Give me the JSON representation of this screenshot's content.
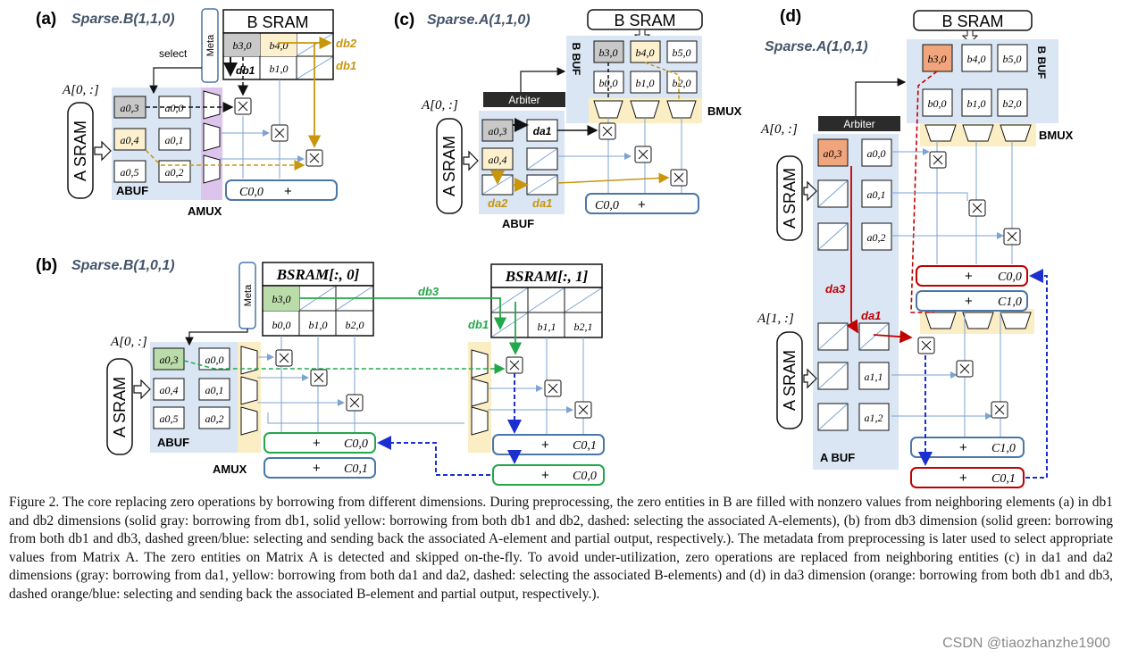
{
  "colors": {
    "buf_bg": "#dbe6f4",
    "amux_purple": "#dcc4ec",
    "mux_yellow": "#fbeec4",
    "gray_cell": "#c8c8c8",
    "yellow_cell": "#fdf0cf",
    "green_cell": "#b9dca9",
    "orange_cell": "#f0a57c",
    "gold_arrow": "#c8950b",
    "green_arrow": "#22a84a",
    "blue_arrow": "#1b2fd0",
    "red_arrow": "#c00000",
    "line_blue": "#7ba3d3",
    "box_blue": "#4a77a8",
    "title_blue": "#44546a"
  },
  "panels": {
    "a": {
      "tag": "(a)",
      "title": "Sparse.B(1,1,0)",
      "b_sram": "B SRAM",
      "meta": "Meta",
      "select": "select",
      "a_row": "A[0, :]",
      "a_sram": "A SRAM",
      "abuf": "ABUF",
      "amux": "AMUX",
      "a_cells": [
        "a0,3",
        "a0,0",
        "a0,4",
        "a0,1",
        "a0,5",
        "a0,2"
      ],
      "b_cells": [
        "b3,0",
        "b4,0",
        "b1,0"
      ],
      "db1": "db1",
      "db2": "db2",
      "out": "C0,0",
      "plus": "+"
    },
    "b": {
      "tag": "(b)",
      "title": "Sparse.B(1,0,1)",
      "bsram0": "BSRAM[:, 0]",
      "bsram1": "BSRAM[:, 1]",
      "meta": "Meta",
      "a_row": "A[0, :]",
      "a_sram": "A SRAM",
      "abuf": "ABUF",
      "amux": "AMUX",
      "a_cells": [
        "a0,3",
        "a0,0",
        "a0,4",
        "a0,1",
        "a0,5",
        "a0,2"
      ],
      "b0_cells": [
        "b3,0",
        "b0,0",
        "b1,0",
        "b2,0"
      ],
      "b1_cells": [
        "b1,1",
        "b2,1"
      ],
      "db3": "db3",
      "db1": "db1",
      "out": [
        "C0,0",
        "C0,1",
        "C0,1",
        "C0,0"
      ],
      "plus": "+"
    },
    "c": {
      "tag": "(c)",
      "title": "Sparse.A(1,1,0)",
      "b_sram": "B SRAM",
      "bbuf": "B BUF",
      "arbiter": "Arbiter",
      "a_row": "A[0, :]",
      "a_sram": "A SRAM",
      "abuf": "ABUF",
      "bmux": "BMUX",
      "a_cells": [
        "a0,3",
        "da1",
        "a0,4"
      ],
      "b_cells": [
        "b3,0",
        "b4,0",
        "b5,0",
        "b0,0",
        "b1,0",
        "b2,0"
      ],
      "da1": "da1",
      "da2": "da2",
      "out": "C0,0",
      "plus": "+"
    },
    "d": {
      "tag": "(d)",
      "title": "Sparse.A(1,0,1)",
      "b_sram": "B SRAM",
      "bbuf": "B BUF",
      "arbiter": "Arbiter",
      "a_row0": "A[0, :]",
      "a_row1": "A[1, :]",
      "a_sram": "A SRAM",
      "abuf": "A BUF",
      "bmux": "BMUX",
      "a_cells": [
        "a0,3",
        "a0,0",
        "a0,1",
        "a0,2",
        "a1,1",
        "a1,2"
      ],
      "b_cells": [
        "b3,0",
        "b4,0",
        "b5,0",
        "b0,0",
        "b1,0",
        "b2,0"
      ],
      "da3": "da3",
      "da1": "da1",
      "out": [
        "C0,0",
        "C1,0",
        "C1,0",
        "C0,1"
      ],
      "plus": "+"
    }
  },
  "caption": "Figure 2.   The core replacing zero operations by borrowing from different dimensions. During preprocessing, the zero entities in B are filled with nonzero values from neighboring elements (a) in db1 and db2 dimensions (solid gray: borrowing from db1, solid yellow: borrowing from both db1 and db2, dashed: selecting the associated A-elements), (b) from db3 dimension (solid green: borrowing from both db1 and db3, dashed green/blue: selecting and sending back the associated A-element and partial output, respectively.). The metadata from preprocessing is later used to select appropriate values from Matrix A. The zero entities on Matrix A is detected and skipped on-the-fly. To avoid under-utilization, zero operations are replaced from neighboring entities (c) in da1 and da2 dimensions (gray: borrowing from da1, yellow: borrowing from both da1 and da2, dashed: selecting the associated B-elements) and (d) in da3 dimension (orange: borrowing from both db1 and db3, dashed orange/blue: selecting and sending back the associated B-element and partial output, respectively.).",
  "watermark": "CSDN @tiaozhanzhe1900"
}
